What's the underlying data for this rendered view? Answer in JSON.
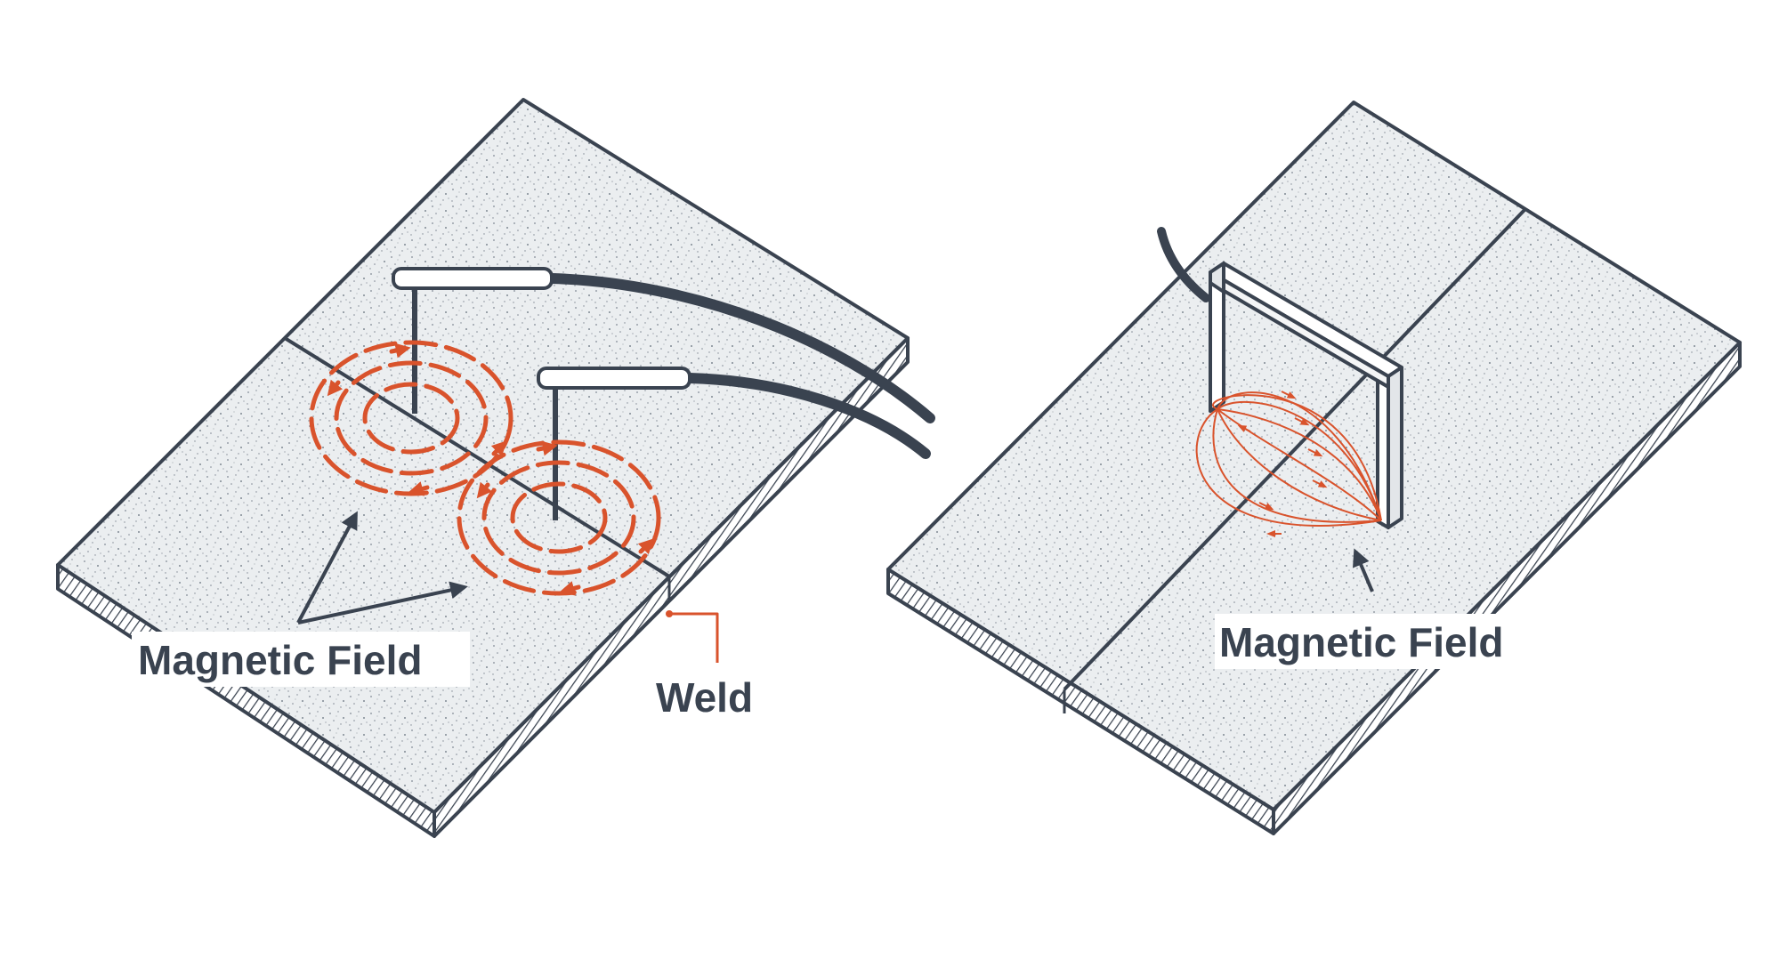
{
  "labels": {
    "left_field": "Magnetic Field",
    "weld": "Weld",
    "right_field": "Magnetic Field"
  },
  "colors": {
    "outline": "#3a4350",
    "plate": "#ebeef0",
    "speckle": "#7f8893",
    "field": "#d9532c",
    "label_bg": "#ffffff"
  }
}
